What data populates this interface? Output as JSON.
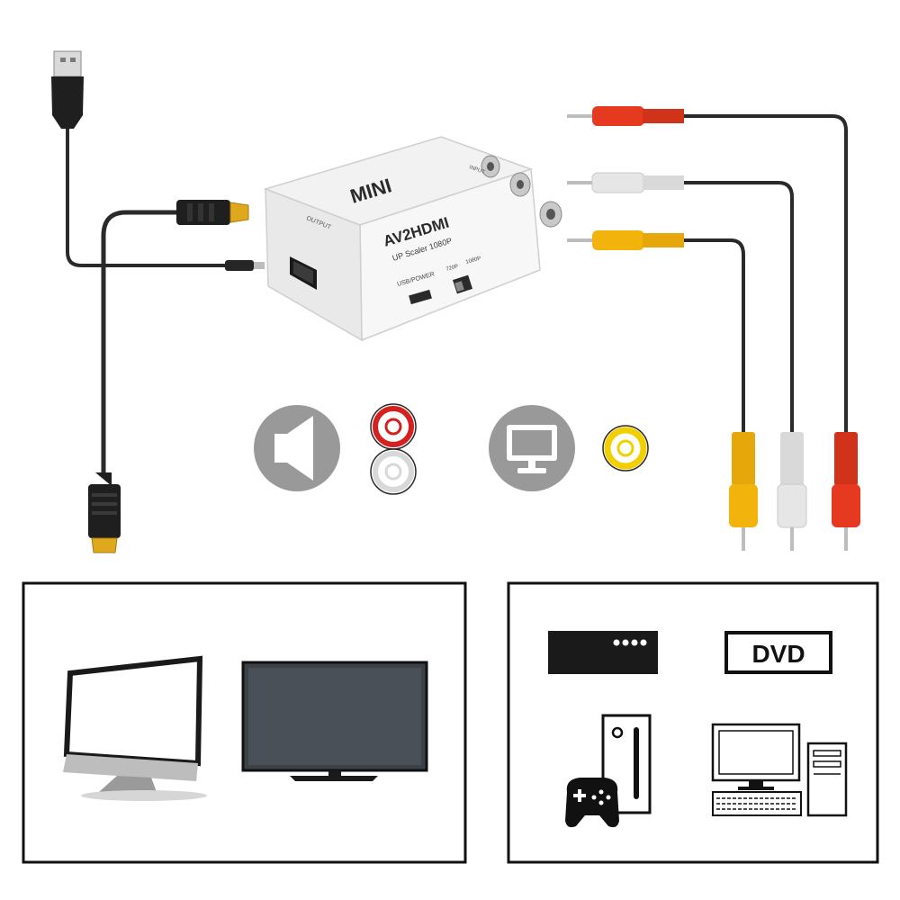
{
  "device": {
    "brand_label": "MINI",
    "model_label": "AV2HDMI",
    "subtitle_label": "UP Scaler 1080P",
    "output_label": "OUTPUT",
    "input_label": "INPUT",
    "usb_power_label": "USB/POWER",
    "switch_720_label": "720P",
    "switch_1080_label": "1080P"
  },
  "cables": {
    "usb_plug_color": "#1a1a1a",
    "hdmi_tip_color": "#e0a81c",
    "rca_colors": [
      "#e53920",
      "#e6e6e6",
      "#f2b40c"
    ]
  },
  "icons": {
    "audio_icon": "speaker-icon",
    "video_icon": "monitor-icon",
    "audio_jacks": [
      "#d62020",
      "#d8d8d8"
    ],
    "video_jack": "#f2d000"
  },
  "output_panel": {
    "devices": [
      "desktop-monitor",
      "television"
    ]
  },
  "input_panel": {
    "dvd_label": "DVD",
    "devices": [
      "set-top-box",
      "dvd-player",
      "game-console",
      "desktop-computer"
    ]
  }
}
